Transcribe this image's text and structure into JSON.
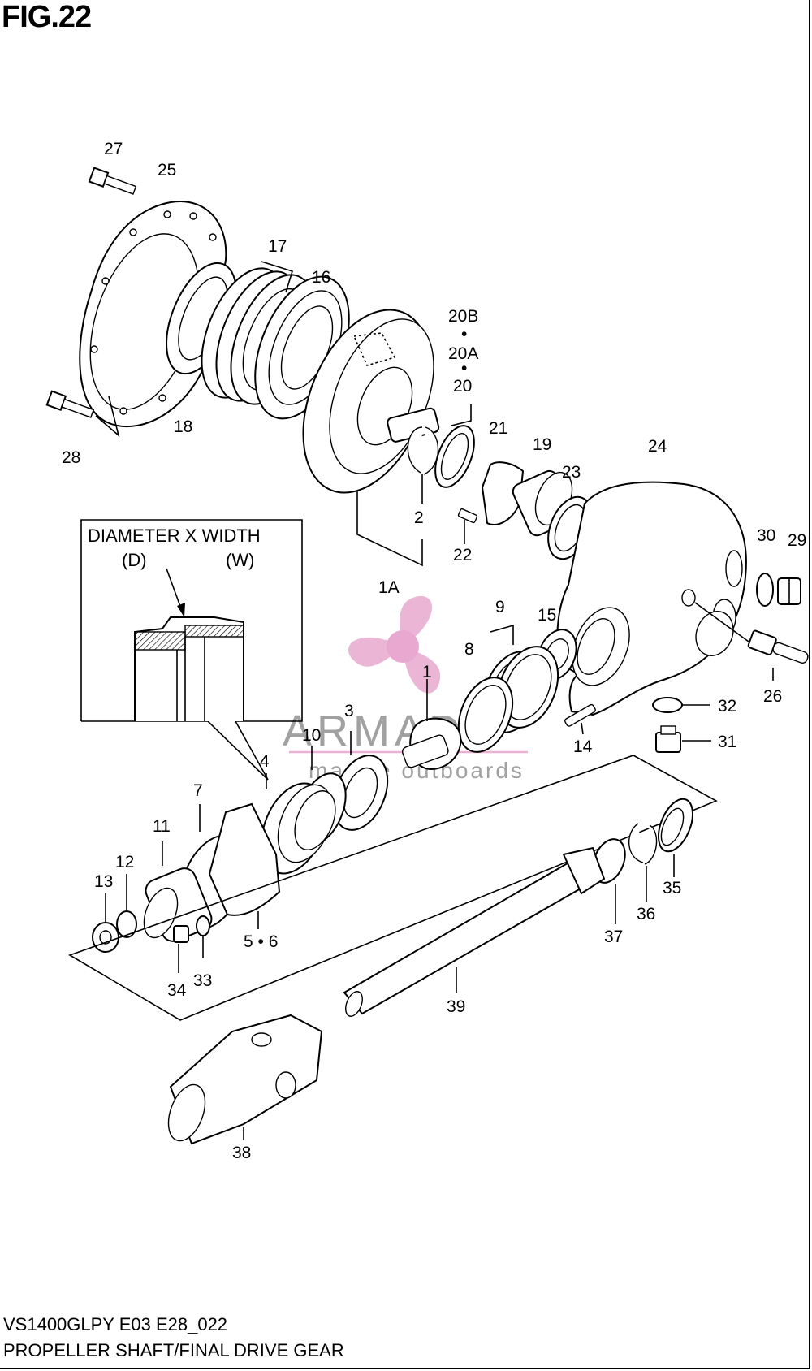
{
  "figure": {
    "title": "FIG.22",
    "model_code": "VS1400GLPY E03 E28_022",
    "caption": "PROPELLER SHAFT/FINAL DRIVE GEAR"
  },
  "inset": {
    "heading": "DIAMETER X WIDTH",
    "d_label": "(D)",
    "w_label": "(W)"
  },
  "watermark": {
    "brand": "ARMADA",
    "tagline": "marine outboards",
    "accent_color": "#e7a9cf"
  },
  "parts": [
    "27",
    "25",
    "17",
    "16",
    "20B",
    "•",
    "20A",
    "•",
    "20",
    "18",
    "28",
    "21",
    "19",
    "24",
    "23",
    "2",
    "22",
    "1A",
    "30",
    "29",
    "9",
    "15",
    "8",
    "1",
    "26",
    "32",
    "3",
    "10",
    "14",
    "31",
    "4",
    "7",
    "11",
    "12",
    "13",
    "35",
    "36",
    "37",
    "5 • 6",
    "33",
    "34",
    "39",
    "38"
  ]
}
